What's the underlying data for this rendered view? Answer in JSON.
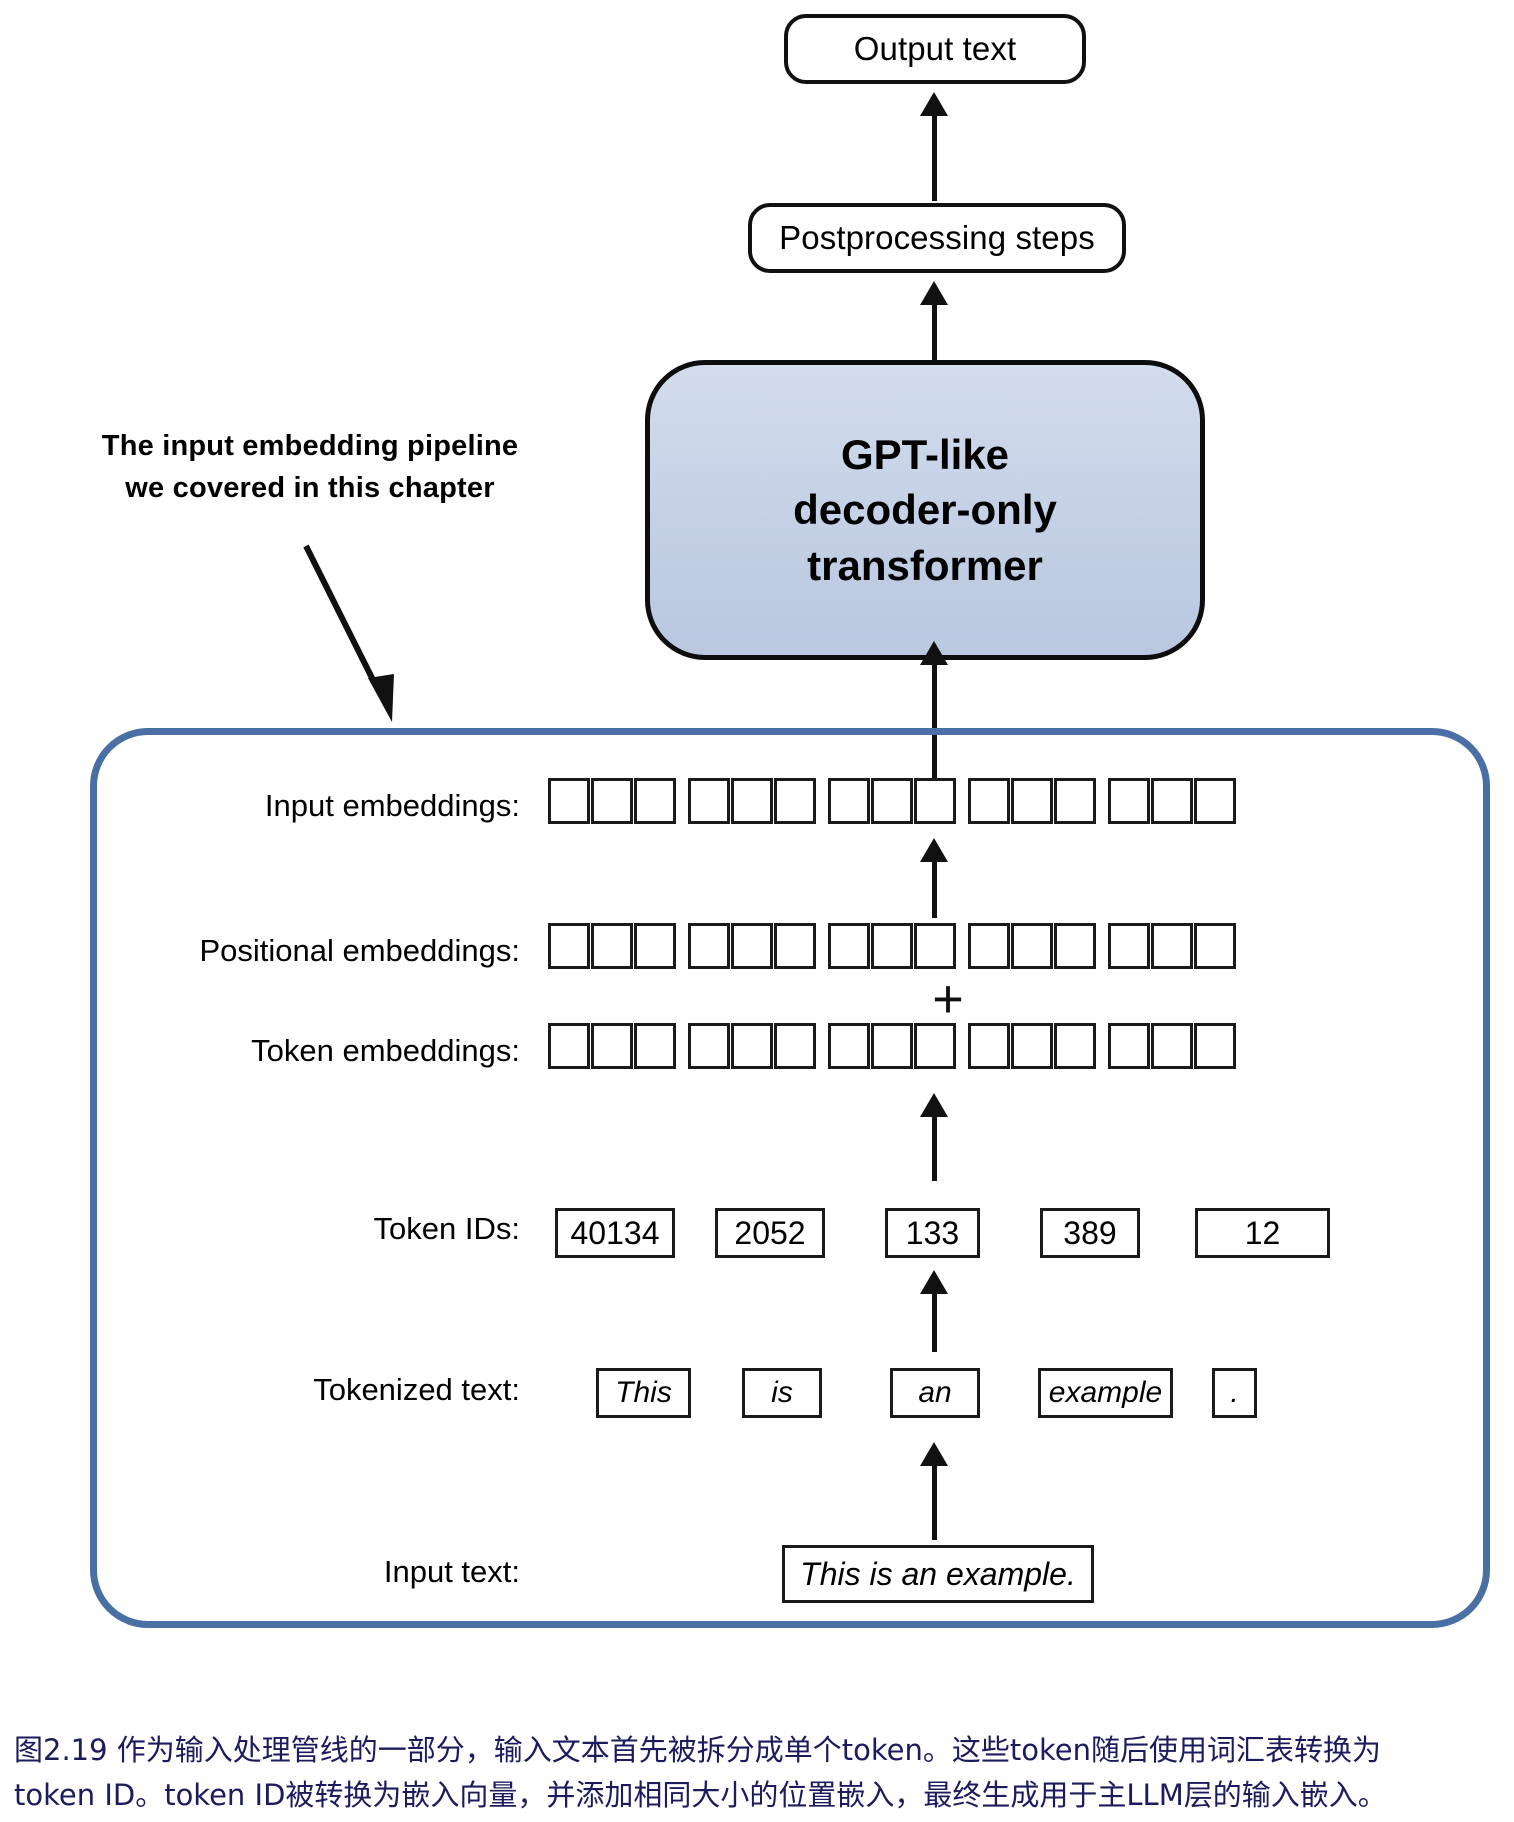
{
  "figure": {
    "top_boxes": [
      {
        "id": "output-text",
        "label": "Output text"
      },
      {
        "id": "postprocessing",
        "label": "Postprocessing steps"
      }
    ],
    "model_box": {
      "label_line1": "GPT-like",
      "label_line2": "decoder-only",
      "label_line3": "transformer",
      "fill_color": "#c3d0e5",
      "border_color": "#0d0d0d"
    },
    "callout": {
      "line1": "The input embedding pipeline",
      "line2": "we covered in this chapter"
    },
    "container": {
      "border_color": "#4a6fa5"
    },
    "rows": [
      {
        "id": "input-embeddings",
        "label": "Input embeddings:"
      },
      {
        "id": "positional-embeddings",
        "label": "Positional embeddings:"
      },
      {
        "id": "token-embeddings",
        "label": "Token embeddings:"
      },
      {
        "id": "token-ids",
        "label": "Token IDs:"
      },
      {
        "id": "tokenized-text",
        "label": "Tokenized text:"
      },
      {
        "id": "input-text",
        "label": "Input text:"
      }
    ],
    "embedding_groups": 5,
    "embedding_cells_per_group": 3,
    "plus_symbol": "+",
    "token_ids": [
      "40134",
      "2052",
      "133",
      "389",
      "12"
    ],
    "tokens": [
      "This",
      "is",
      "an",
      "example",
      "."
    ],
    "input_text": "This is an example."
  },
  "caption": {
    "line1": "图2.19 作为输入处理管线的一部分，输入文本首先被拆分成单个token。这些token随后使用词汇表转换为",
    "line2": "token ID。token ID被转换为嵌入向量，并添加相同大小的位置嵌入，最终生成用于主LLM层的输入嵌入。",
    "color": "#1b1b5e"
  }
}
